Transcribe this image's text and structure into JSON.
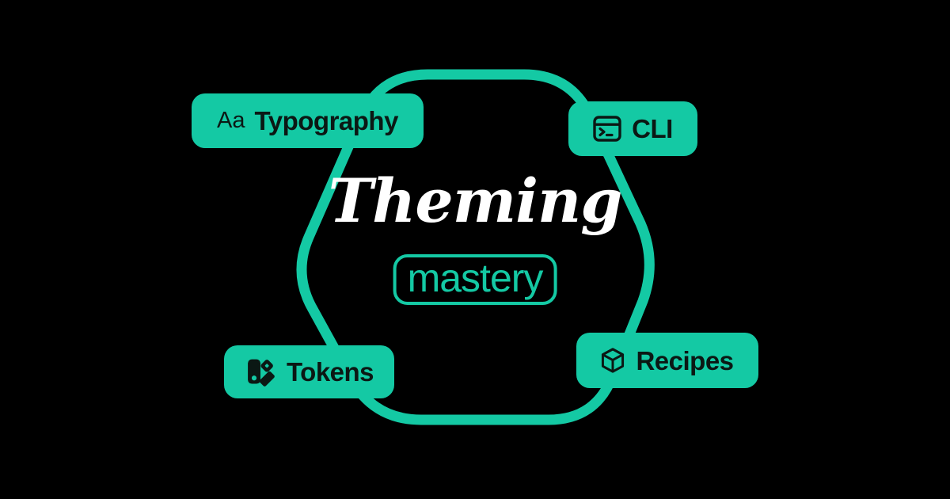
{
  "colors": {
    "background": "#000000",
    "accent_teal": "#14C9A4",
    "text_dark": "#0B1814",
    "title_white": "#FFFFFF"
  },
  "center": {
    "title": "Theming",
    "subtitle": "mastery"
  },
  "badges": {
    "typography": {
      "prefix": "Aa",
      "label": "Typography",
      "icon": "letters-aa"
    },
    "cli": {
      "label": "CLI",
      "icon": "terminal-icon"
    },
    "tokens": {
      "label": "Tokens",
      "icon": "swatches-icon"
    },
    "recipes": {
      "label": "Recipes",
      "icon": "cube-icon"
    }
  }
}
